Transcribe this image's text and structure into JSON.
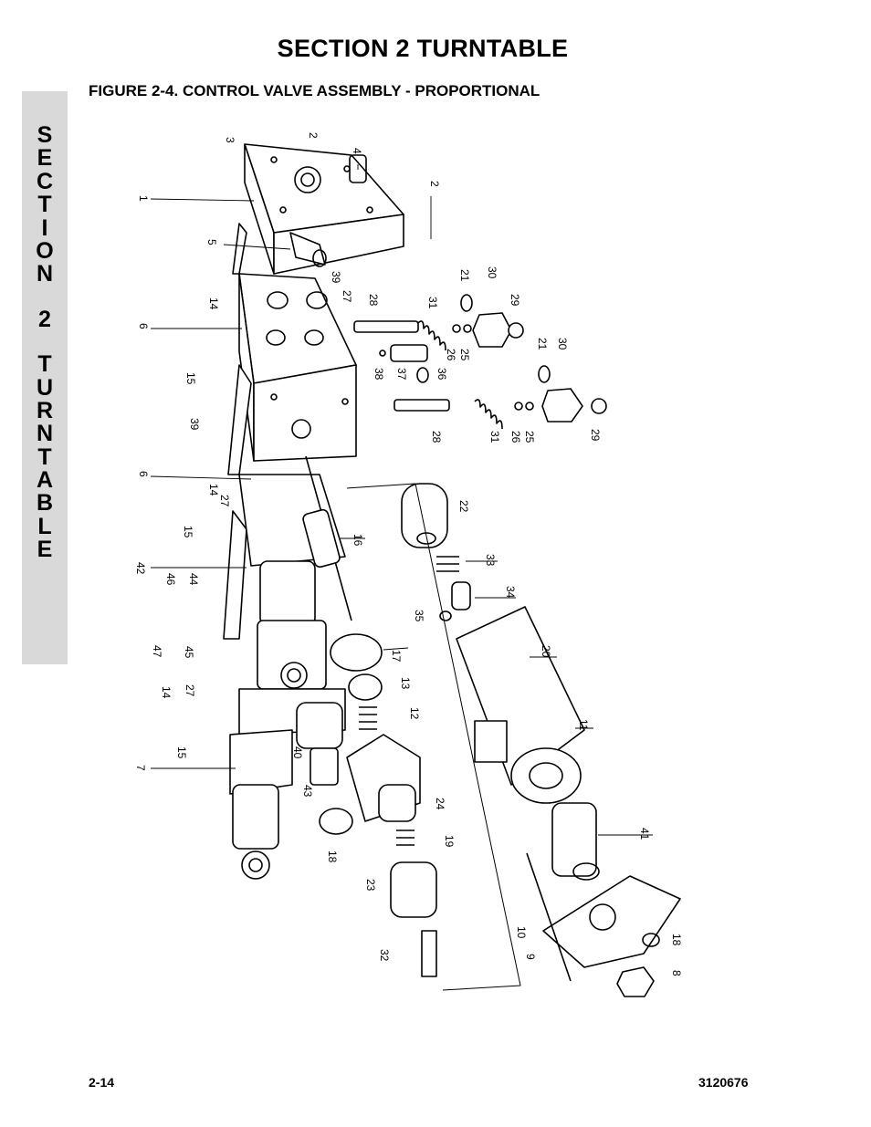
{
  "header": {
    "section_title": "SECTION 2  TURNTABLE",
    "figure_title": "FIGURE 2-4.    CONTROL VALVE ASSEMBLY - PROPORTIONAL"
  },
  "side_tab": {
    "letters": [
      "S",
      "E",
      "C",
      "T",
      "I",
      "O",
      "N",
      "",
      "2",
      "",
      "T",
      "U",
      "R",
      "N",
      "T",
      "A",
      "B",
      "L",
      "E"
    ]
  },
  "callouts": [
    {
      "id": "c3",
      "text": "3"
    },
    {
      "id": "c2a",
      "text": "2"
    },
    {
      "id": "c4",
      "text": "4"
    },
    {
      "id": "c1",
      "text": "1"
    },
    {
      "id": "c2b",
      "text": "2"
    },
    {
      "id": "c5",
      "text": "5"
    },
    {
      "id": "c39a",
      "text": "39"
    },
    {
      "id": "c27a",
      "text": "27"
    },
    {
      "id": "c14a",
      "text": "14"
    },
    {
      "id": "c6a",
      "text": "6"
    },
    {
      "id": "c28a",
      "text": "28"
    },
    {
      "id": "c31a",
      "text": "31"
    },
    {
      "id": "c21a",
      "text": "21"
    },
    {
      "id": "c30a",
      "text": "30"
    },
    {
      "id": "c29a",
      "text": "29"
    },
    {
      "id": "c26a",
      "text": "26"
    },
    {
      "id": "c25a",
      "text": "25"
    },
    {
      "id": "c38",
      "text": "38"
    },
    {
      "id": "c37",
      "text": "37"
    },
    {
      "id": "c36",
      "text": "36"
    },
    {
      "id": "c15a",
      "text": "15"
    },
    {
      "id": "c21b",
      "text": "21"
    },
    {
      "id": "c30b",
      "text": "30"
    },
    {
      "id": "c28b",
      "text": "28"
    },
    {
      "id": "c31b",
      "text": "31"
    },
    {
      "id": "c26b",
      "text": "26"
    },
    {
      "id": "c25b",
      "text": "25"
    },
    {
      "id": "c29b",
      "text": "29"
    },
    {
      "id": "c39b",
      "text": "39"
    },
    {
      "id": "c6b",
      "text": "6"
    },
    {
      "id": "c14b",
      "text": "14"
    },
    {
      "id": "c27b",
      "text": "27"
    },
    {
      "id": "c22",
      "text": "22"
    },
    {
      "id": "c15b",
      "text": "15"
    },
    {
      "id": "c16",
      "text": "16"
    },
    {
      "id": "c33",
      "text": "33"
    },
    {
      "id": "c42",
      "text": "42"
    },
    {
      "id": "c46",
      "text": "46"
    },
    {
      "id": "c44",
      "text": "44"
    },
    {
      "id": "c34",
      "text": "34"
    },
    {
      "id": "c35",
      "text": "35"
    },
    {
      "id": "c47",
      "text": "47"
    },
    {
      "id": "c45",
      "text": "45"
    },
    {
      "id": "c17",
      "text": "17"
    },
    {
      "id": "c20",
      "text": "20"
    },
    {
      "id": "c14c",
      "text": "14"
    },
    {
      "id": "c27c",
      "text": "27"
    },
    {
      "id": "c13",
      "text": "13"
    },
    {
      "id": "c12",
      "text": "12"
    },
    {
      "id": "c11",
      "text": "11"
    },
    {
      "id": "c15c",
      "text": "15"
    },
    {
      "id": "c40",
      "text": "40"
    },
    {
      "id": "c7",
      "text": "7"
    },
    {
      "id": "c43",
      "text": "43"
    },
    {
      "id": "c24",
      "text": "24"
    },
    {
      "id": "c18a",
      "text": "18"
    },
    {
      "id": "c19",
      "text": "19"
    },
    {
      "id": "c41",
      "text": "41"
    },
    {
      "id": "c23",
      "text": "23"
    },
    {
      "id": "c10",
      "text": "10"
    },
    {
      "id": "c18b",
      "text": "18"
    },
    {
      "id": "c32",
      "text": "32"
    },
    {
      "id": "c9",
      "text": "9"
    },
    {
      "id": "c8",
      "text": "8"
    }
  ],
  "footer": {
    "page_number": "2-14",
    "doc_number": "3120676"
  }
}
